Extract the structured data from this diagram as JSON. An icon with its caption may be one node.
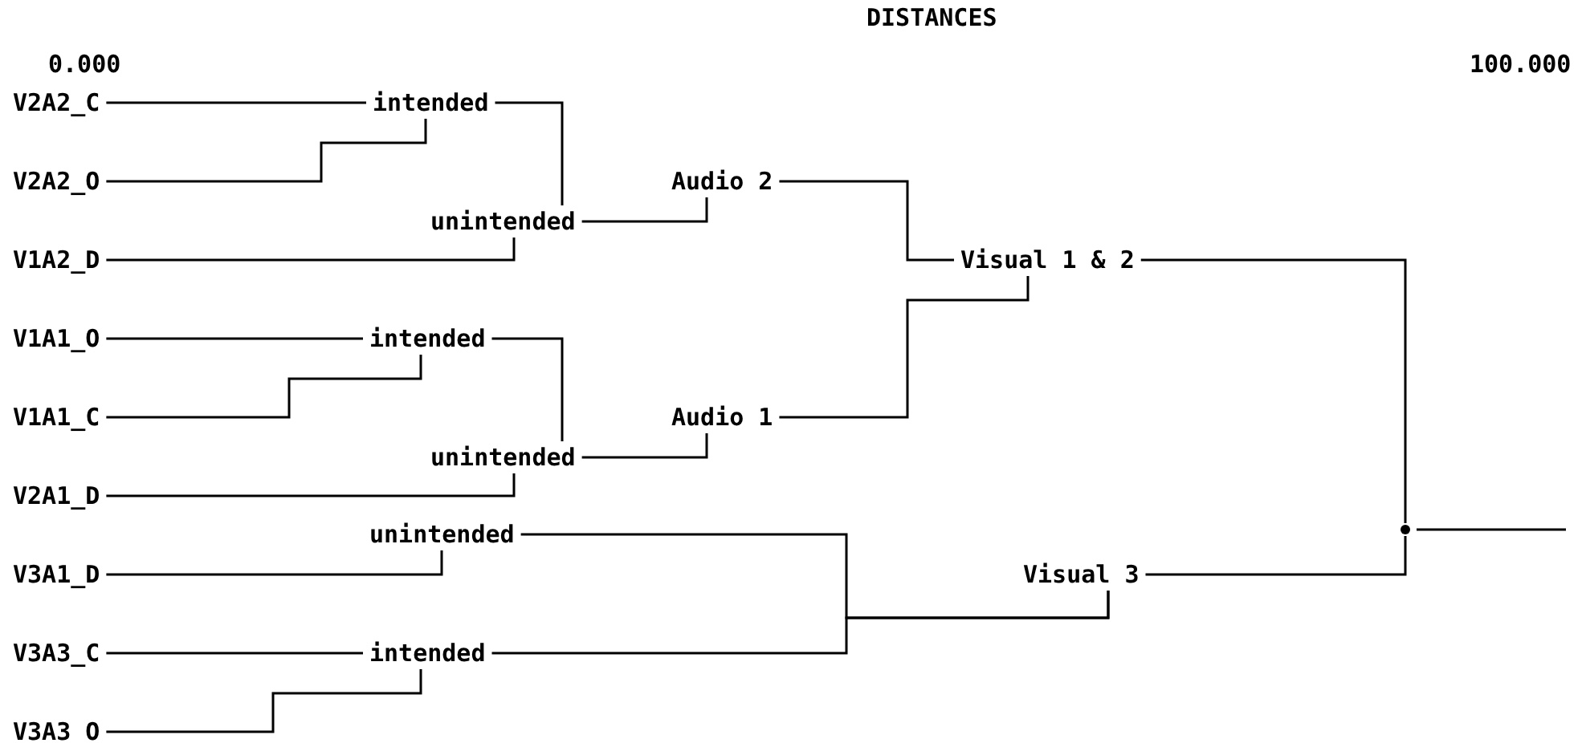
{
  "diagram": {
    "title": "DISTANCES",
    "nodes": [
      {
        "text": [
          "V2A2_C"
        ]
      },
      {
        "text": [
          "V2A2_O"
        ]
      },
      {
        "text": [
          "V1A2_D"
        ]
      },
      {
        "text": [
          "V1A1_O"
        ]
      },
      {
        "text": [
          "V1A1_C"
        ]
      },
      {
        "text": [
          "V2A1_D"
        ]
      },
      {
        "text": [
          "V3A1_D"
        ]
      },
      {
        "text": [
          "V3A3_C"
        ]
      },
      {
        "text": [
          "V3A3_O"
        ]
      },
      {
        "text": [
          "intended"
        ]
      },
      {
        "text": [
          "Audio 2"
        ]
      },
      {
        "text": [
          "unintended"
        ]
      },
      {
        "text": [
          "Visual 1 & 2"
        ]
      },
      {
        "text": [
          "intended"
        ]
      },
      {
        "text": [
          "Audio 1"
        ]
      },
      {
        "text": [
          "unintended"
        ]
      },
      {
        "text": [
          "unintended"
        ]
      },
      {
        "text": [
          "Visual 3"
        ]
      },
      {
        "text": [
          "intended"
        ]
      },
      {
        "text": [],
        "shape": "point"
      }
    ],
    "edges": [
      {
        "from": 0,
        "to": 9,
        "arrow": "none"
      },
      {
        "from": 1,
        "to": 9,
        "arrow": "none"
      },
      {
        "from": 9,
        "to": 11,
        "arrow": "none"
      },
      {
        "from": 2,
        "to": 11,
        "arrow": "none"
      },
      {
        "from": 11,
        "to": 10,
        "arrow": "none"
      },
      {
        "from": 10,
        "to": 12,
        "arrow": "none"
      },
      {
        "from": 3,
        "to": 13,
        "arrow": "none"
      },
      {
        "from": 4,
        "to": 13,
        "arrow": "none"
      },
      {
        "from": 13,
        "to": 15,
        "arrow": "none"
      },
      {
        "from": 5,
        "to": 15,
        "arrow": "none"
      },
      {
        "from": 15,
        "to": 14,
        "arrow": "none"
      },
      {
        "from": 14,
        "to": 12,
        "arrow": "none"
      },
      {
        "from": 6,
        "to": 16,
        "arrow": "none"
      },
      {
        "from": 16,
        "to": 17,
        "arrow": "none"
      },
      {
        "from": 7,
        "to": 18,
        "arrow": "none"
      },
      {
        "from": 8,
        "to": 18,
        "arrow": "none"
      },
      {
        "from": 18,
        "to": 17,
        "arrow": "none"
      },
      {
        "from": 12,
        "to": 19,
        "arrow": "none"
      },
      {
        "from": 17,
        "to": 19,
        "arrow": "none"
      },
      {
        "from": 19,
        "to": null,
        "arrow": "none"
      }
    ],
    "labels": [
      "0.000",
      "100.000"
    ]
  }
}
